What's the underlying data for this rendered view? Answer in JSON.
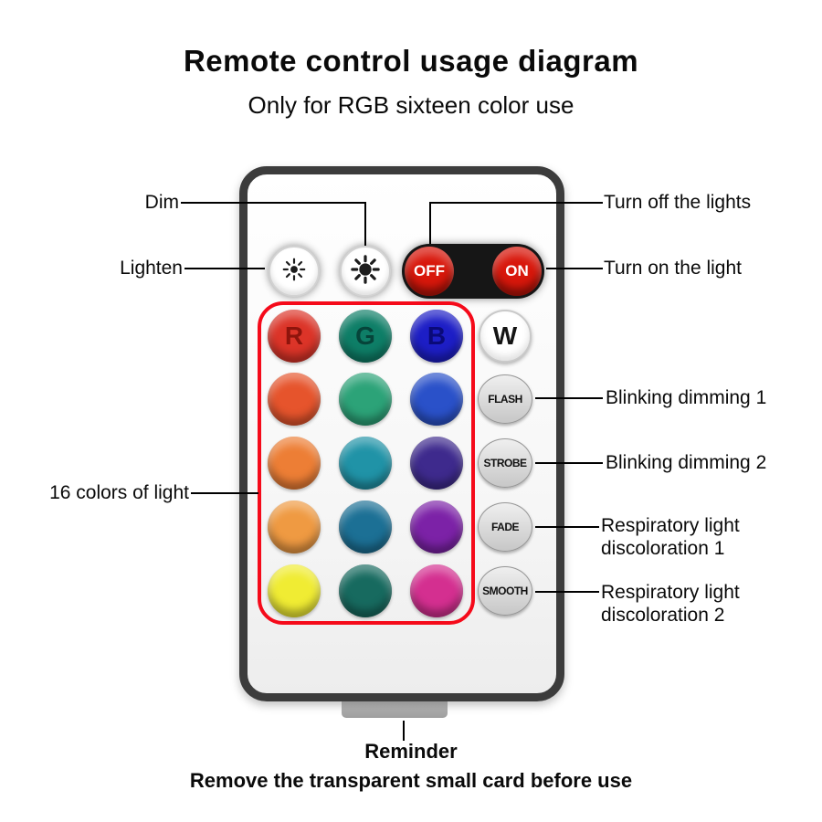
{
  "header": {
    "title": "Remote control usage diagram",
    "subtitle": "Only for RGB sixteen color use"
  },
  "callouts": {
    "dim": "Dim",
    "lighten": "Lighten",
    "turn_off": "Turn off the lights",
    "turn_on": "Turn on the light",
    "blinking_1": "Blinking dimming 1",
    "blinking_2": "Blinking dimming 2",
    "respiratory_1_line1": "Respiratory light",
    "respiratory_1_line2": "discoloration 1",
    "respiratory_2_line1": "Respiratory light",
    "respiratory_2_line2": "discoloration 2",
    "sixteen_colors": "16 colors of light"
  },
  "remote": {
    "off_label": "OFF",
    "on_label": "ON",
    "power_button_color": "#d8170b",
    "outline_color": "#f50a1a",
    "letter_buttons": [
      {
        "label": "R",
        "bg": "#dc3428",
        "fg": "#8e140c"
      },
      {
        "label": "G",
        "bg": "#0e7e67",
        "fg": "#06443a"
      },
      {
        "label": "B",
        "bg": "#1d1ec6",
        "fg": "#0a0a78"
      }
    ],
    "w_button": {
      "label": "W",
      "bg": "#ffffff",
      "fg": "#141414"
    },
    "color_rows": [
      [
        "#e6542c",
        "#2ca378",
        "#2a51c9"
      ],
      [
        "#ed7e35",
        "#2093a7",
        "#3e2a8d"
      ],
      [
        "#ef9a42",
        "#1c7095",
        "#7c22a7"
      ],
      [
        "#f0ec33",
        "#176a5f",
        "#d42f90"
      ]
    ],
    "mode_buttons": [
      "FLASH",
      "STROBE",
      "FADE",
      "SMOOTH"
    ],
    "icons": {
      "lighten": "sun-icon",
      "dim": "sun-icon"
    }
  },
  "footer": {
    "reminder": "Reminder",
    "note": "Remove the transparent small card before use"
  }
}
